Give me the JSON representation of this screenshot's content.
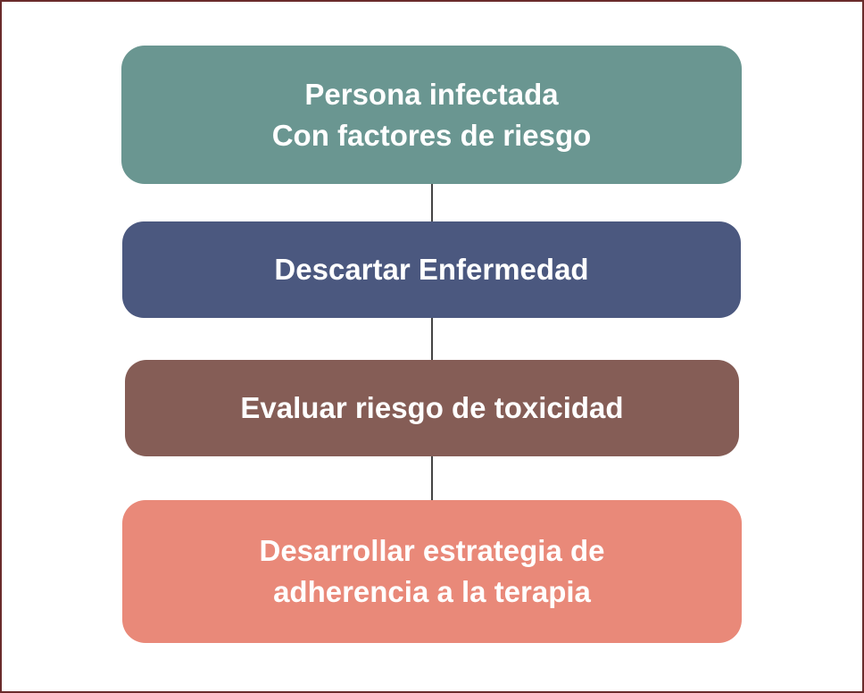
{
  "colors": {
    "frame_border": "#6a2b2b",
    "connector": "#444444",
    "step1_bg": "#6a9691",
    "step2_bg": "#4b587f",
    "step3_bg": "#855d56",
    "step4_bg": "#e98979",
    "text": "#ffffff"
  },
  "steps": [
    {
      "lines": [
        "Persona infectada",
        "Con factores de riesgo"
      ]
    },
    {
      "lines": [
        "Descartar Enfermedad"
      ]
    },
    {
      "lines": [
        "Evaluar riesgo de toxicidad"
      ]
    },
    {
      "lines": [
        "Desarrollar estrategia de",
        "adherencia a la terapia"
      ]
    }
  ]
}
